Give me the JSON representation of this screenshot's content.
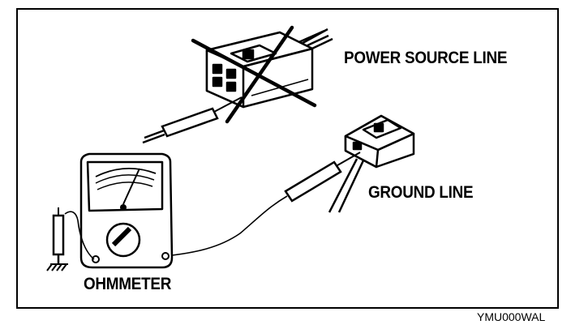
{
  "labels": {
    "power_source_line": "POWER SOURCE LINE",
    "ground_line": "GROUND LINE",
    "ohmmeter": "OHMMETER",
    "figure_code": "YMU000WAL"
  },
  "icons": {
    "cross_mark": "x-mark-icon",
    "ground_symbol": "ground-symbol-icon"
  },
  "colors": {
    "line": "#000000",
    "background": "#ffffff"
  }
}
